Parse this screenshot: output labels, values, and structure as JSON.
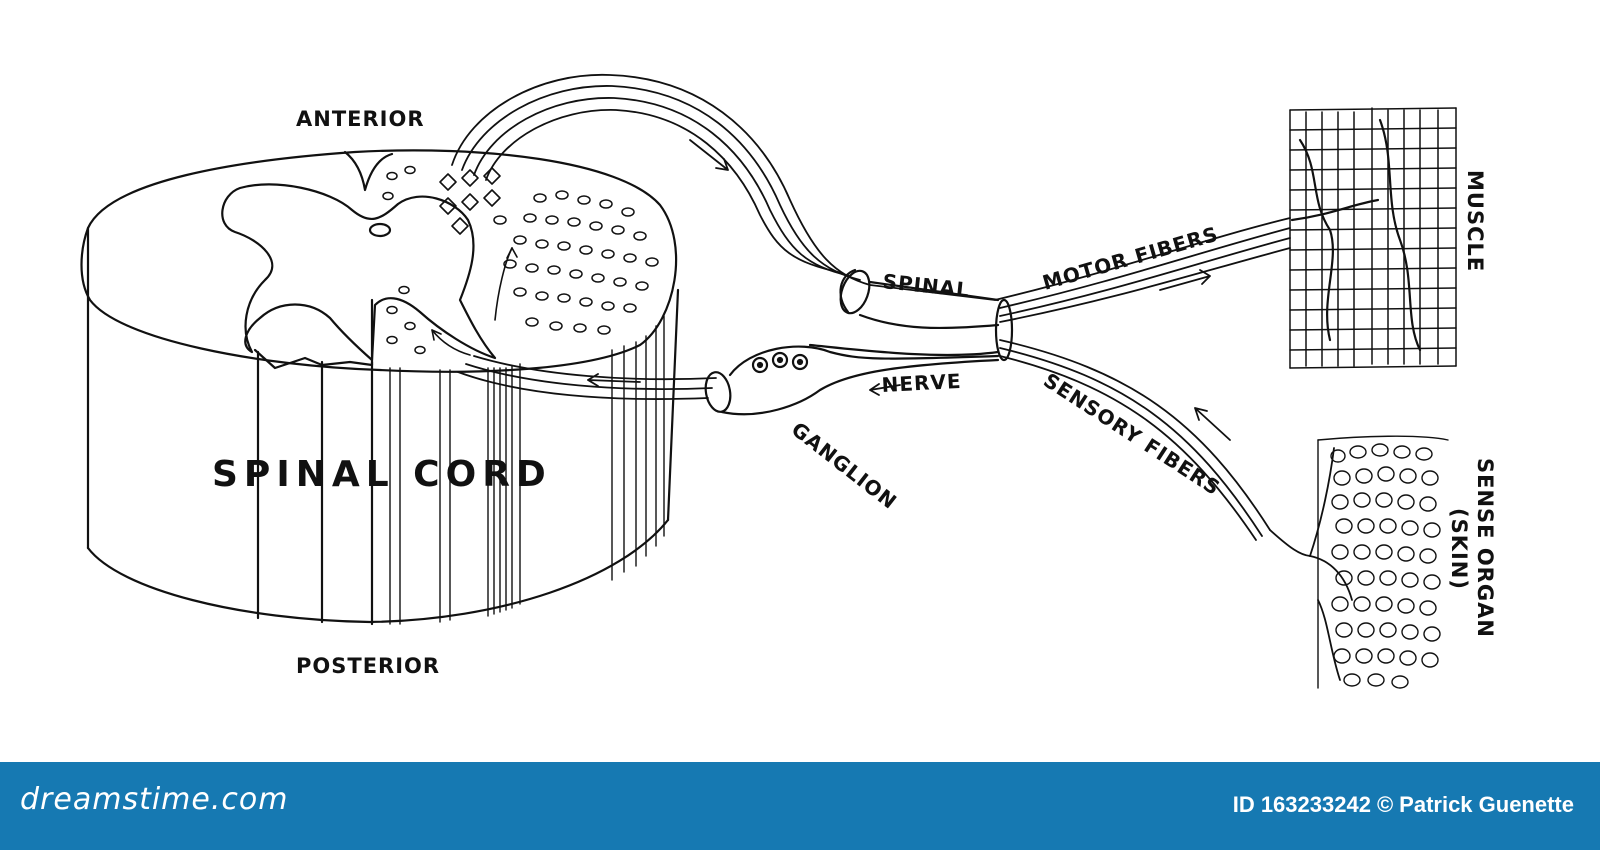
{
  "labels": {
    "anterior": "ANTERIOR",
    "posterior": "POSTERIOR",
    "spinal_cord": "SPINAL CORD",
    "spinal": "SPINAL",
    "nerve": "NERVE",
    "ganglion": "GANGLION",
    "motor_fibers": "MOTOR FIBERS",
    "sensory_fibers": "SENSORY FIBERS",
    "muscle": "MUSCLE",
    "sense_organ": "SENSE ORGAN",
    "skin": "(SKIN)"
  },
  "footer": {
    "brand": "dreamstime.com",
    "id_text": "ID 163233242",
    "copyright": "©",
    "author": "Patrick Guenette",
    "background": "#1679b2"
  },
  "icons": [
    "dreamstime-logo-icon",
    "copyright-icon"
  ]
}
